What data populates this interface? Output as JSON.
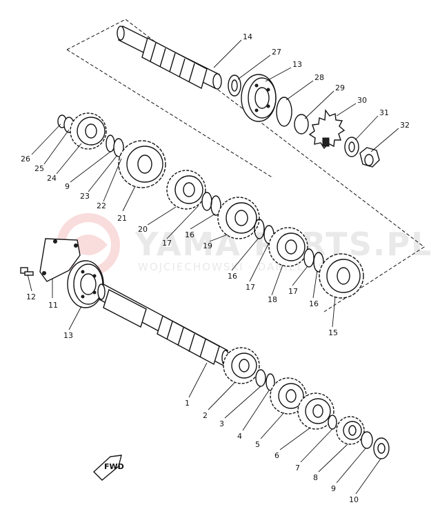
{
  "watermark": {
    "brand": "YAMA PARTS.PL",
    "subtitle": "WOJCIECHOWSKI · DANIEL · SIKA"
  },
  "fwd_arrow_text": "FWD",
  "callouts": [
    "14",
    "27",
    "13",
    "28",
    "29",
    "30",
    "31",
    "32",
    "26",
    "25",
    "24",
    "9",
    "23",
    "22",
    "21",
    "20",
    "17",
    "16",
    "19",
    "16",
    "17",
    "18",
    "17",
    "16",
    "15",
    "12",
    "11",
    "13",
    "1",
    "2",
    "3",
    "4",
    "5",
    "6",
    "7",
    "8",
    "9",
    "10"
  ]
}
